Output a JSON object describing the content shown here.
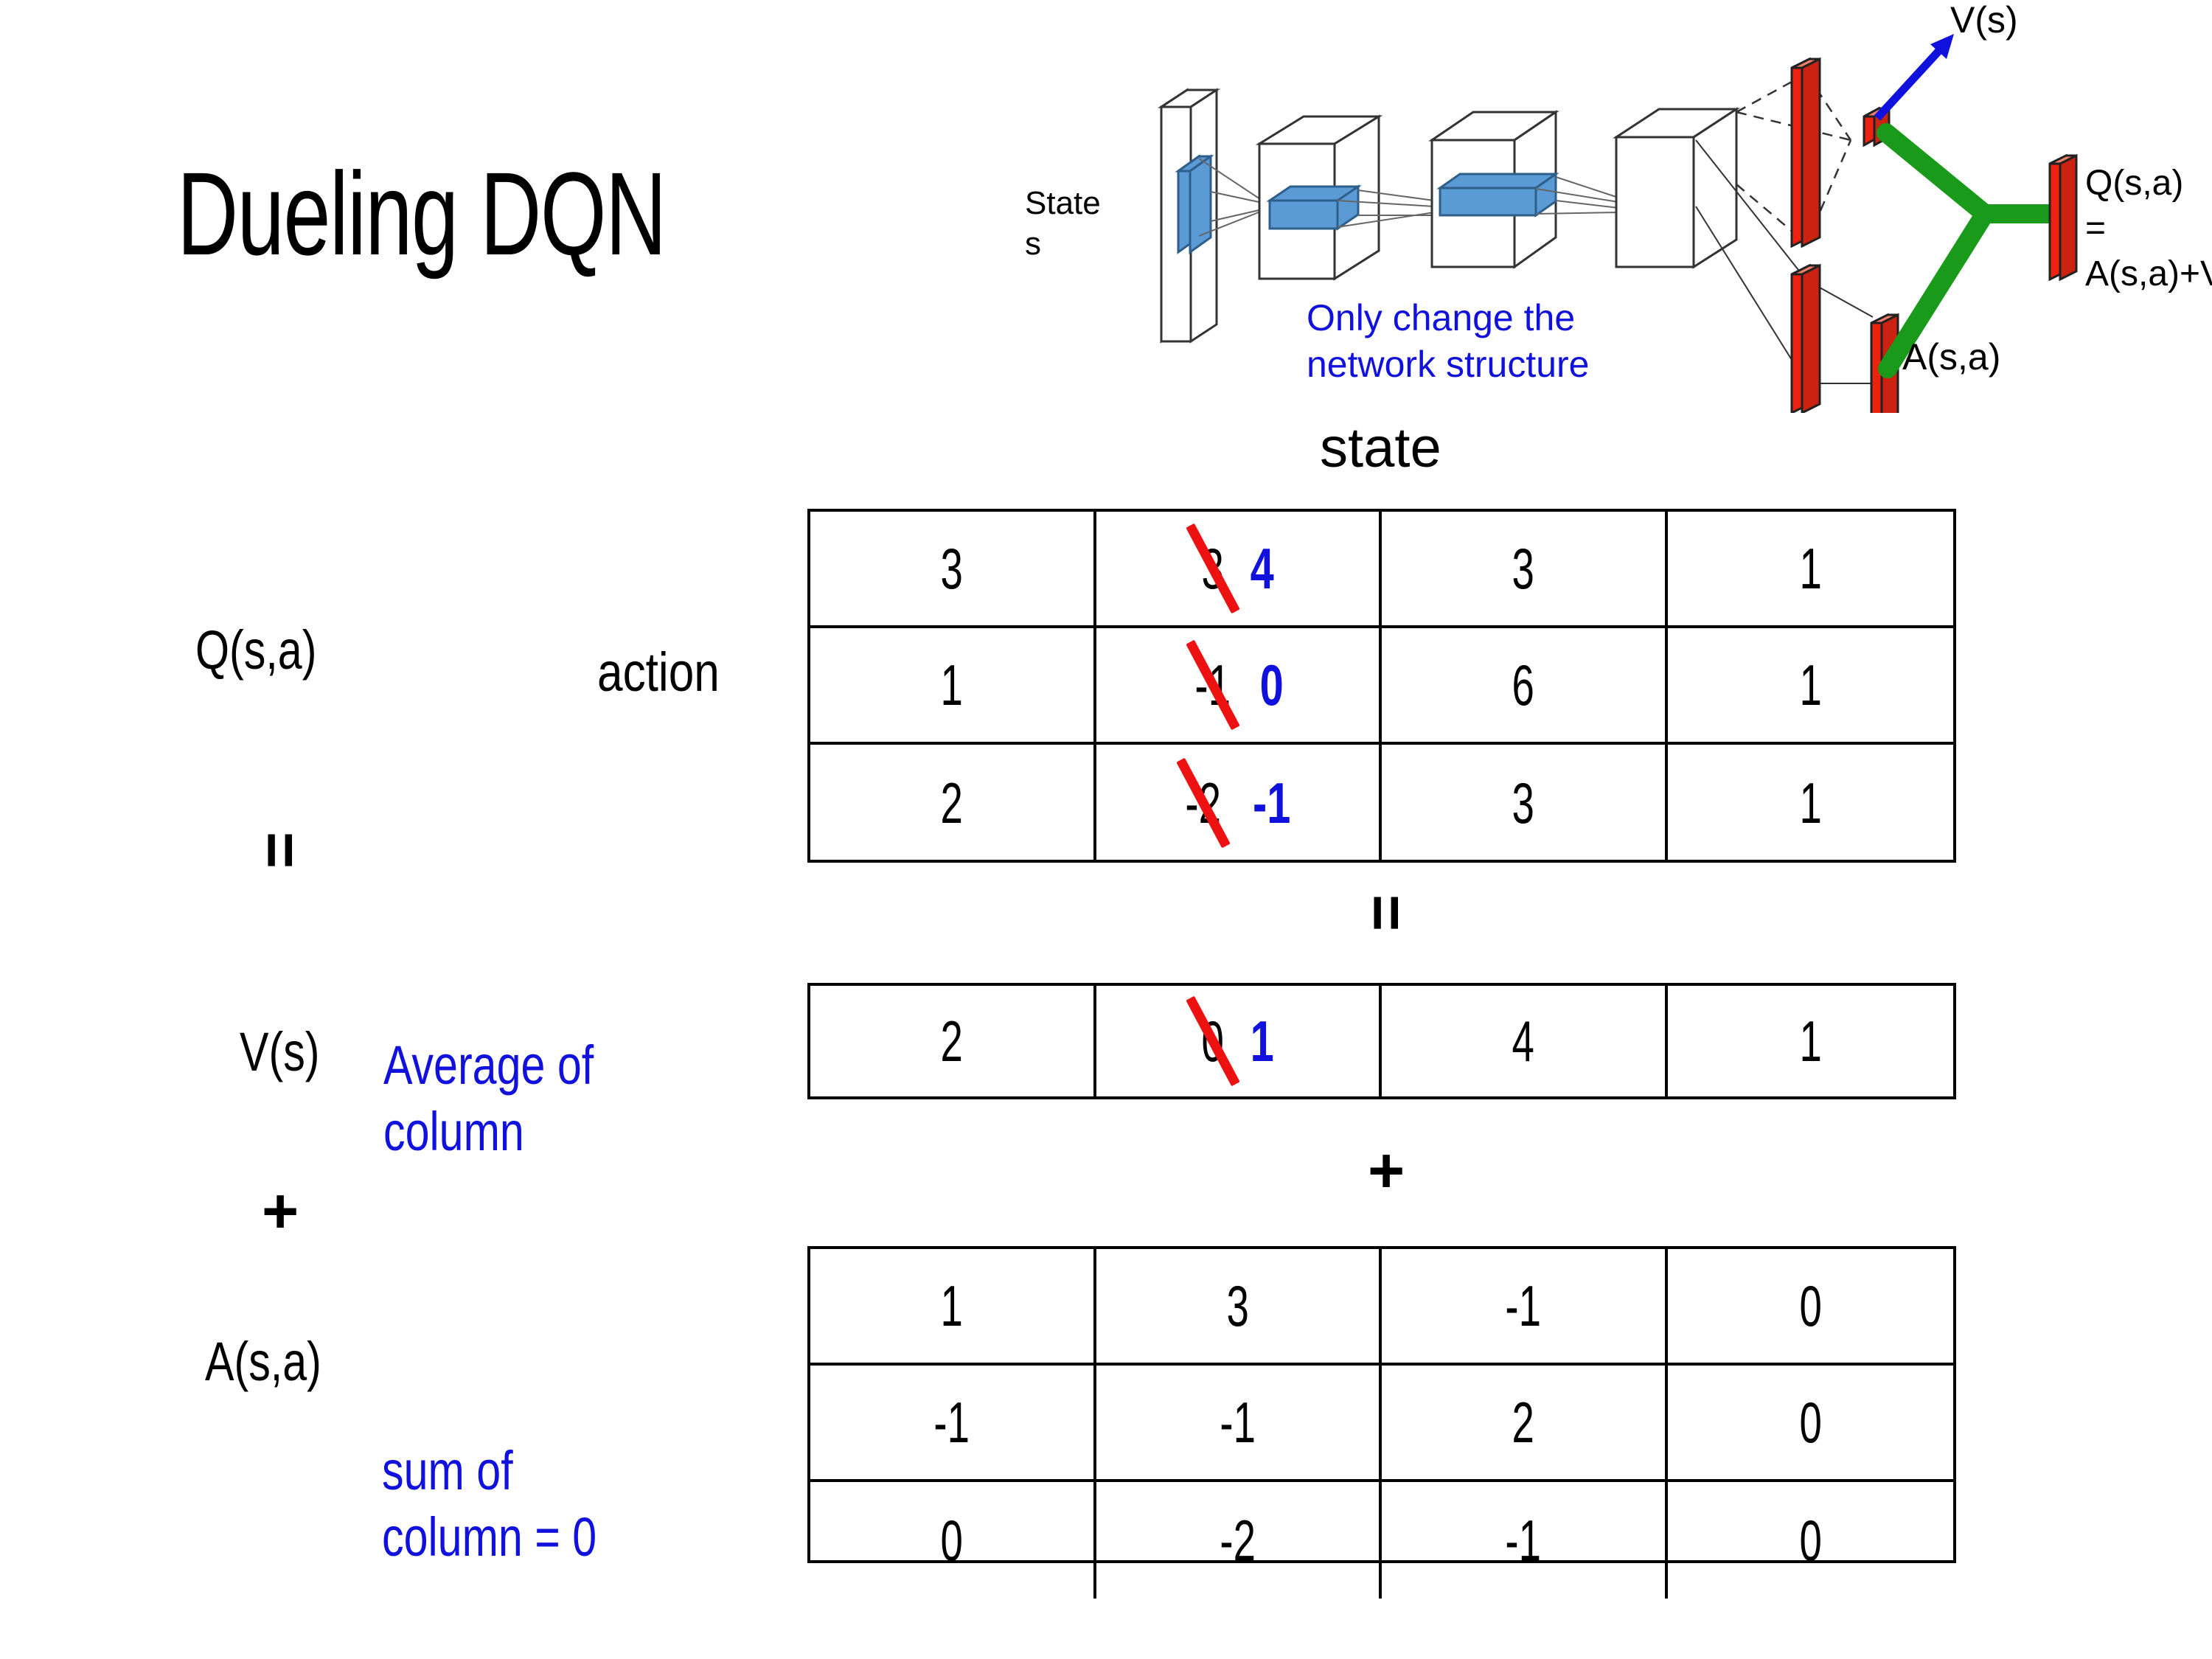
{
  "title": "Dueling DQN",
  "colors": {
    "blue": "#1111dd",
    "red": "#ee1111",
    "green": "#1a9a1a",
    "filter_blue": "#5b9bd5",
    "bar_red": "#ee2211"
  },
  "diagram": {
    "input_label_line1": "State",
    "input_label_line2": "s",
    "note": "Only change the\nnetwork structure",
    "value_output": "V(s)",
    "advantage_output": "A(s,a)",
    "q_output_line1": "Q(s,a)",
    "q_output_line2": "= A(s,a)+V(s)"
  },
  "axes": {
    "state_header": "state",
    "action_label": "action"
  },
  "labels": {
    "q_label": "Q(s,a)",
    "v_label": "V(s)",
    "a_label": "A(s,a)",
    "equals_q_v": "=",
    "plus_v_a": "+",
    "equals_mid": "=",
    "plus_mid": "+",
    "v_note": "Average of\ncolumn",
    "a_note": "sum of\ncolumn = 0"
  },
  "tables": {
    "q": {
      "name": "Q(s,a)",
      "rows": [
        [
          {
            "value": "3"
          },
          {
            "value": "3",
            "struck": true,
            "new_value": "4"
          },
          {
            "value": "3"
          },
          {
            "value": "1"
          }
        ],
        [
          {
            "value": "1"
          },
          {
            "value": "-1",
            "struck": true,
            "new_value": "0"
          },
          {
            "value": "6"
          },
          {
            "value": "1"
          }
        ],
        [
          {
            "value": "2"
          },
          {
            "value": "-2",
            "struck": true,
            "new_value": "-1"
          },
          {
            "value": "3"
          },
          {
            "value": "1"
          }
        ]
      ]
    },
    "v": {
      "name": "V(s)",
      "rows": [
        [
          {
            "value": "2"
          },
          {
            "value": "0",
            "struck": true,
            "new_value": "1"
          },
          {
            "value": "4"
          },
          {
            "value": "1"
          }
        ]
      ]
    },
    "a": {
      "name": "A(s,a)",
      "rows": [
        [
          {
            "value": "1"
          },
          {
            "value": "3"
          },
          {
            "value": "-1"
          },
          {
            "value": "0"
          }
        ],
        [
          {
            "value": "-1"
          },
          {
            "value": "-1"
          },
          {
            "value": "2"
          },
          {
            "value": "0"
          }
        ],
        [
          {
            "value": "0"
          },
          {
            "value": "-2"
          },
          {
            "value": "-1"
          },
          {
            "value": "0"
          }
        ]
      ]
    }
  }
}
